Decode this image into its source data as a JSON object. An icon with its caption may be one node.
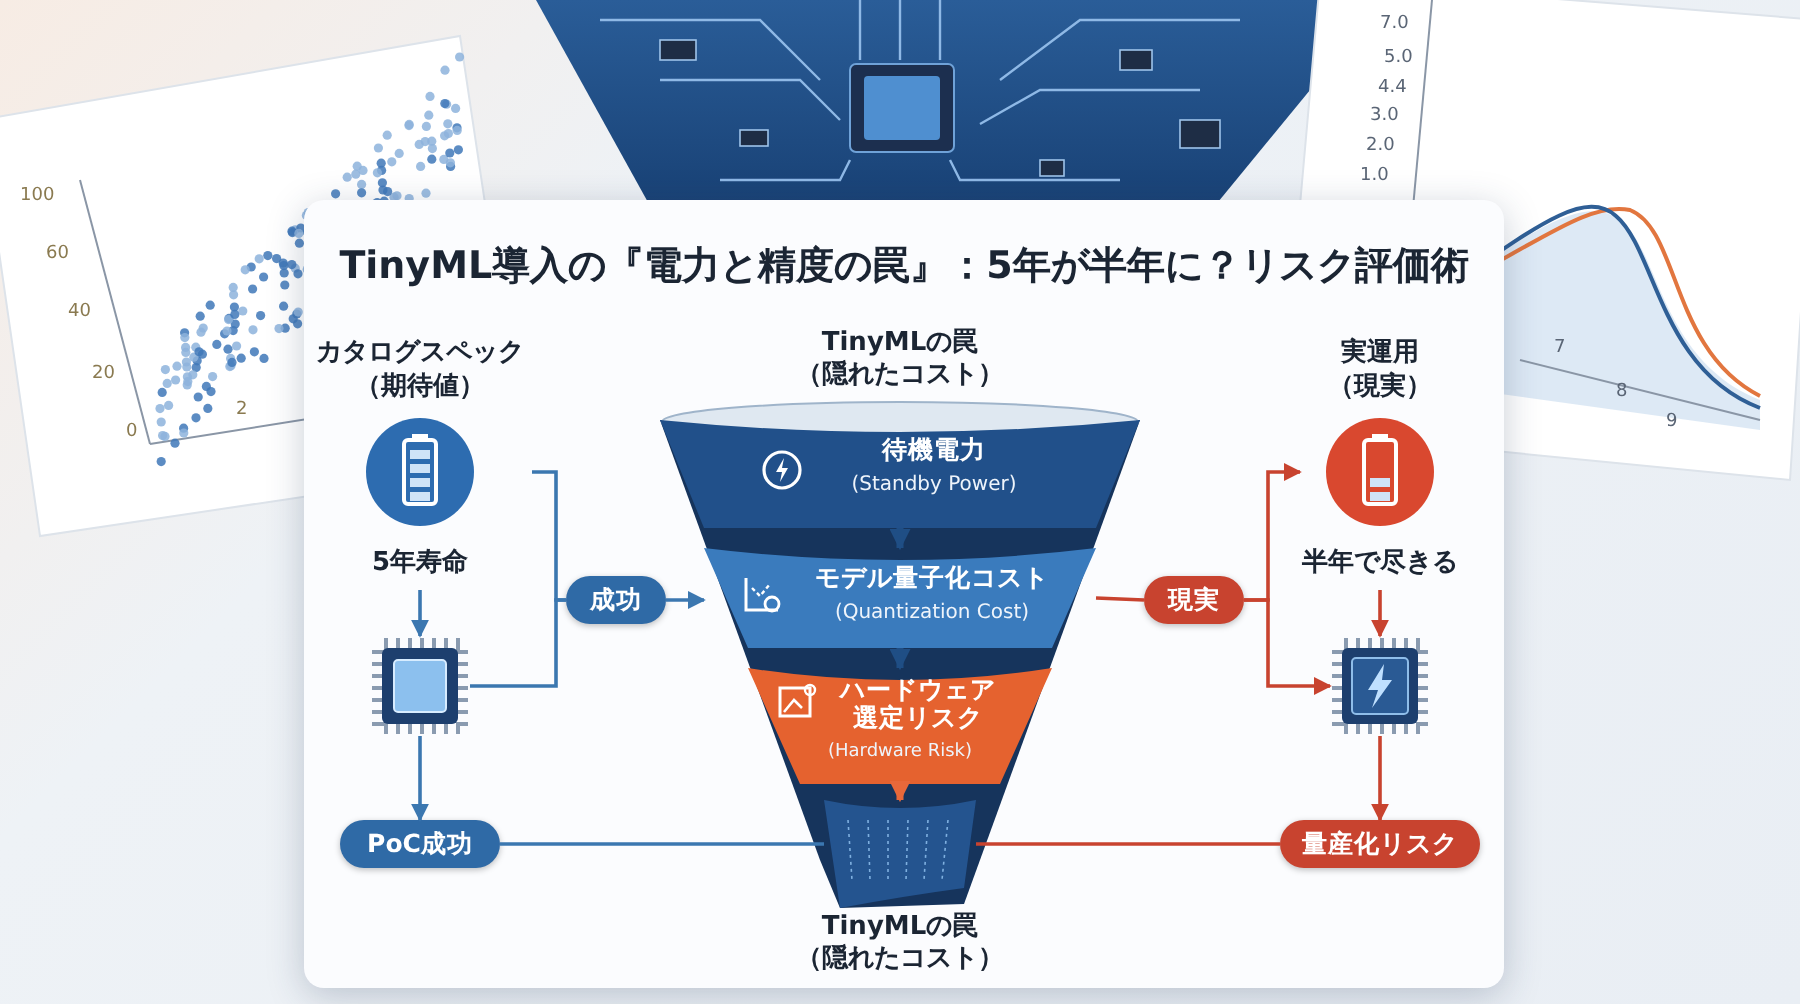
{
  "diagram": {
    "title": "TinyML導入の『電力と精度の罠』：5年が半年に？リスク評価術",
    "nodes": [
      {
        "text": [
          "カタログスペック（期待値）",
          "5年寿命"
        ]
      },
      {
        "text": [],
        "shape": "picture"
      },
      {
        "text": [
          "成功"
        ]
      },
      {
        "text": [
          "PoC成功"
        ]
      },
      {
        "text": [
          "TinyMLの罠（隠れたコスト）"
        ],
        "beside": [
          "TinyMLの罠（隠れたコスト）"
        ]
      },
      {
        "text": [
          "待機電力",
          "(Standby Power)"
        ],
        "in": 4
      },
      {
        "text": [
          "モデル量子化コスト",
          "(Quantization Cost)"
        ],
        "in": 4
      },
      {
        "text": [
          "ハードウェア選定リスク",
          "(Hardware Risk)"
        ],
        "in": 4
      },
      {
        "text": [],
        "shape": "cone",
        "in": 4
      },
      {
        "text": [
          "現実"
        ]
      },
      {
        "text": [
          "実運用（現実）",
          "半年で尽きる"
        ]
      },
      {
        "text": [],
        "shape": "picture"
      },
      {
        "text": [
          "量産化リスク"
        ]
      }
    ],
    "edges": [
      {
        "from": 0,
        "to": 1,
        "arrow": "to"
      },
      {
        "from": 0,
        "to": 2,
        "arrow": "none"
      },
      {
        "from": 1,
        "to": 2,
        "arrow": "none"
      },
      {
        "from": 2,
        "to": 6,
        "arrow": "to"
      },
      {
        "from": 1,
        "to": 3,
        "arrow": "to"
      },
      {
        "from": 3,
        "to": 8,
        "arrow": "none"
      },
      {
        "from": 5,
        "to": 6,
        "arrow": "to",
        "style": "thick",
        "color": "#1f4e85"
      },
      {
        "from": 6,
        "to": 7,
        "arrow": "to",
        "style": "thick",
        "color": "#1f4e85"
      },
      {
        "from": 7,
        "to": 8,
        "arrow": "to",
        "style": "thick",
        "color": "#e8683a"
      },
      {
        "from": 6,
        "to": 9,
        "arrow": "none",
        "color": "#c8432f"
      },
      {
        "from": 9,
        "to": 10,
        "arrow": "to",
        "color": "#c8432f"
      },
      {
        "from": 9,
        "to": 11,
        "arrow": "to",
        "color": "#c8432f"
      },
      {
        "from": 10,
        "to": 11,
        "arrow": "to",
        "color": "#c8432f"
      },
      {
        "from": 11,
        "to": 12,
        "arrow": "to",
        "color": "#c8432f"
      },
      {
        "from": 8,
        "to": 12,
        "arrow": "none",
        "color": "#c8432f"
      }
    ],
    "labels": [
      "100",
      "60",
      "40",
      "20",
      "0",
      "2",
      "7.0",
      "5.0",
      "4.4",
      "3.0",
      "2.0",
      "1.0",
      "7",
      "8",
      "9"
    ]
  }
}
